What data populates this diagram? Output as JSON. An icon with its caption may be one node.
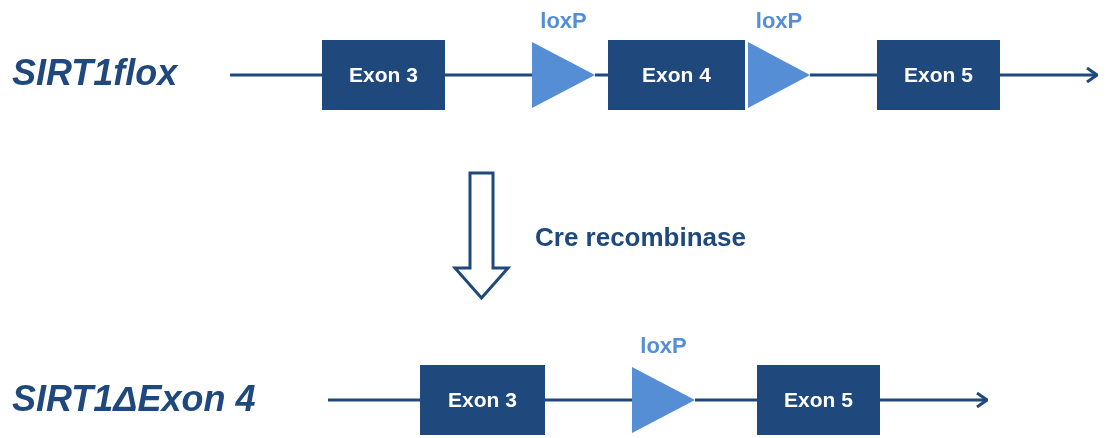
{
  "diagram": {
    "nodes": [
      {
        "text": [
          "Exon 3"
        ]
      },
      {
        "text": [
          "loxP"
        ]
      },
      {
        "text": [
          "Exon 4"
        ]
      },
      {
        "text": [
          "loxP"
        ]
      },
      {
        "text": [
          "Exon 5"
        ]
      },
      {
        "text": [
          "Exon 3"
        ]
      },
      {
        "text": [
          "loxP"
        ]
      },
      {
        "text": [
          "Exon 5"
        ]
      }
    ],
    "edges": [
      {
        "from": null,
        "to": 0,
        "arrow": "none"
      },
      {
        "from": 0,
        "to": 1,
        "arrow": "none"
      },
      {
        "from": 1,
        "to": 2,
        "arrow": "none"
      },
      {
        "from": 3,
        "to": 4,
        "arrow": "none"
      },
      {
        "from": 4,
        "to": null,
        "arrow": "to"
      },
      {
        "from": null,
        "to": 5,
        "arrow": "none"
      },
      {
        "from": 5,
        "to": 6,
        "arrow": "none"
      },
      {
        "from": 6,
        "to": 7,
        "arrow": "none"
      },
      {
        "from": 7,
        "to": null,
        "arrow": "to"
      }
    ],
    "labels": [
      "SIRT1flox",
      "Cre recombinase",
      "SIRT1ΔExon 4"
    ]
  }
}
